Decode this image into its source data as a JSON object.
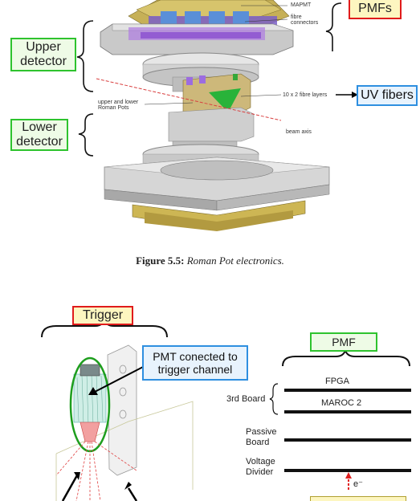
{
  "figure_top": {
    "labels": {
      "pmfs": "PMFs",
      "upper_detector": "Upper\ndetector",
      "lower_detector": "Lower\ndetector",
      "uv_fibers": "UV fibers"
    },
    "annotations": {
      "mapmt": "MAPMT",
      "fibre_connectors": "fibre\nconnectors",
      "fibre_layers": "10 x 2 fibre layers",
      "roman_pots": "upper and lower\nRoman Pots",
      "beam_axis": "beam axis"
    },
    "caption": {
      "number": "Figure 5.5:",
      "text": "Roman Pot electronics."
    }
  },
  "figure_bottom": {
    "trigger_label": "Trigger",
    "pmt_label": "PMT conected to\ntrigger channel",
    "pmf_label": "PMF",
    "stack": {
      "fpga": "FPGA",
      "third_board": "3rd Board",
      "maroc": "MAROC 2",
      "passive_board": "Passive\nBoard",
      "voltage_divider": "Voltage\nDivider",
      "electron": "e⁻"
    }
  },
  "colors": {
    "green": "#2ec32e",
    "red": "#e01b1b",
    "blue": "#2e8fe0",
    "yellow_fill": "#fdf6c0"
  }
}
